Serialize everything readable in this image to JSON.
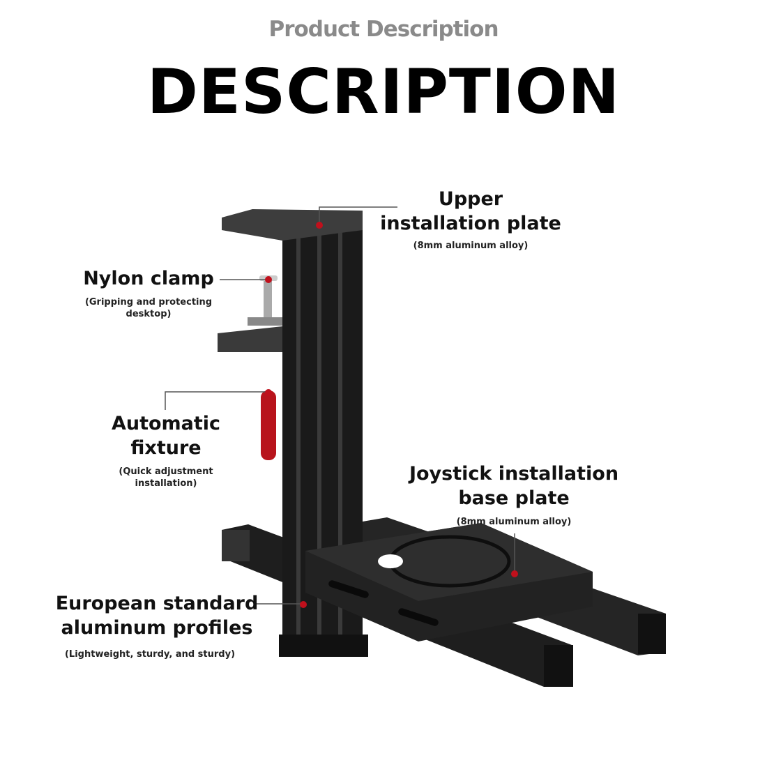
{
  "header": {
    "subtitle": "Product Description",
    "title": "DESCRIPTION"
  },
  "callouts": [
    {
      "title_lines": [
        "Upper",
        "installation plate"
      ],
      "note_lines": [
        "(8mm aluminum alloy)"
      ]
    },
    {
      "title_lines": [
        "Nylon clamp"
      ],
      "note_lines": [
        "(Gripping and protecting",
        "desktop)"
      ]
    },
    {
      "title_lines": [
        "Automatic",
        "fixture"
      ],
      "note_lines": [
        "(Quick adjustment",
        "installation)"
      ]
    },
    {
      "title_lines": [
        "Joystick installation",
        "base plate"
      ],
      "note_lines": [
        "(8mm aluminum alloy)"
      ]
    },
    {
      "title_lines": [
        "European standard",
        "aluminum profiles"
      ],
      "note_lines": [
        "(Lightweight, sturdy, and sturdy)"
      ]
    }
  ],
  "colors": {
    "accent_dot": "#c0101c",
    "metal": "#1b1b1b",
    "subtitle": "#8a8a8a"
  }
}
